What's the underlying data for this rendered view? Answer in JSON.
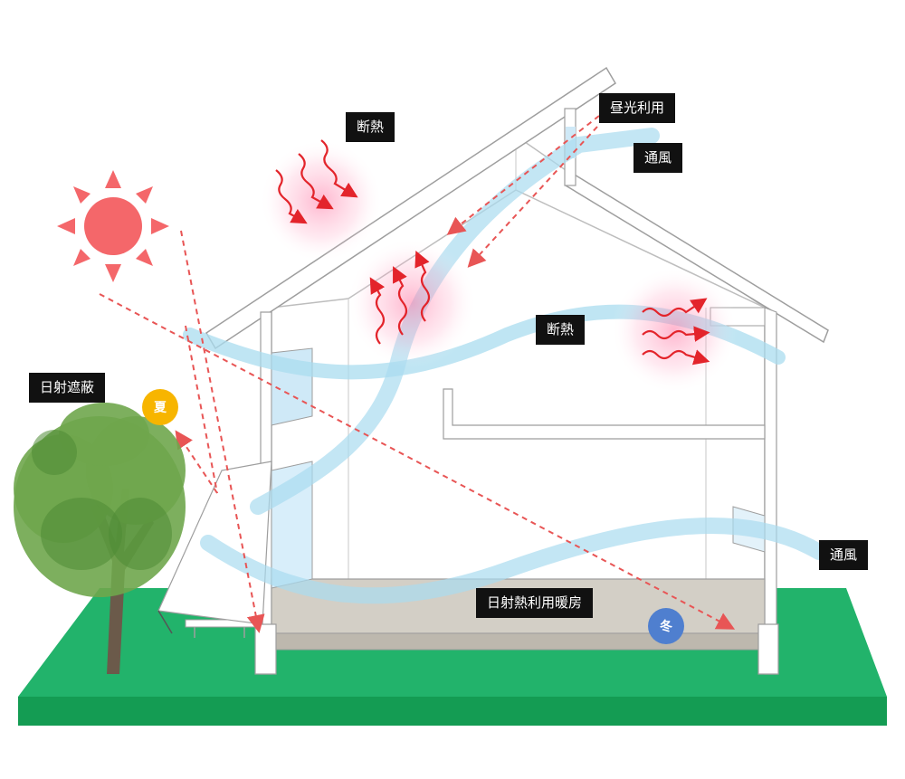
{
  "labels": {
    "insulation_roof": "断熱",
    "daylight": "昼光利用",
    "ventilation_top": "通風",
    "insulation_wall": "断熱",
    "shading": "日射遮蔽",
    "ventilation_bottom": "通風",
    "solar_heating": "日射熱利用暖房"
  },
  "seasons": {
    "summer": "夏",
    "winter": "冬"
  },
  "colors": {
    "ground": "#22b36b",
    "ground_edge": "#149c53",
    "sun": "#f4676a",
    "heat_arrow": "#e3242b",
    "light_arrow": "#e85555",
    "airflow": "#a9dcef",
    "glass": "#cfe9f7",
    "summer_badge": "#f7b500",
    "winter_badge": "#4f7fcf",
    "tree_leaves": "#6fa64c",
    "tree_trunk": "#6b5a4a",
    "floor": "#cfcac0"
  },
  "icons": [
    "sun-icon",
    "tree-icon",
    "house-icon",
    "heat-wave-icon",
    "airflow-icon",
    "sunlight-arrow-icon"
  ]
}
